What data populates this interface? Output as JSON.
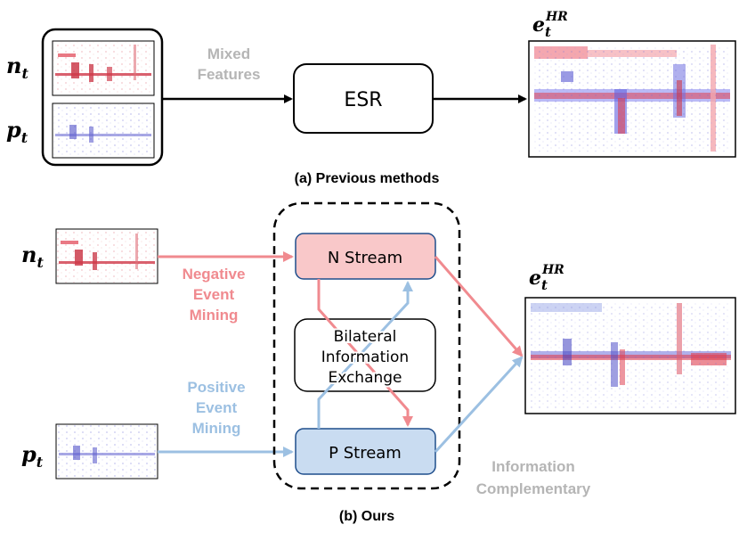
{
  "colors": {
    "negative": "#f08a8f",
    "positive": "#9cc0e2",
    "gray": "#b5b5b5",
    "n_box_fill": "#f9c8c9",
    "p_box_fill": "#c9dcf1"
  },
  "labels": {
    "n_var": "n",
    "p_var": "p",
    "sub_t": "t",
    "e_var": "e",
    "e_sub": "t",
    "e_sup": "HR"
  },
  "top": {
    "mixed_line1": "Mixed",
    "mixed_line2": "Features",
    "esr": "ESR",
    "caption": "(a) Previous methods"
  },
  "bottom": {
    "neg_line1": "Negative",
    "neg_line2": "Event",
    "neg_line3": "Mining",
    "pos_line1": "Positive",
    "pos_line2": "Event",
    "pos_line3": "Mining",
    "n_stream": "N Stream",
    "p_stream": "P Stream",
    "bie_line1": "Bilateral",
    "bie_line2": "Information",
    "bie_line3": "Exchange",
    "ic_line1": "Information",
    "ic_line2": "Complementary",
    "caption": "(b) Ours"
  }
}
